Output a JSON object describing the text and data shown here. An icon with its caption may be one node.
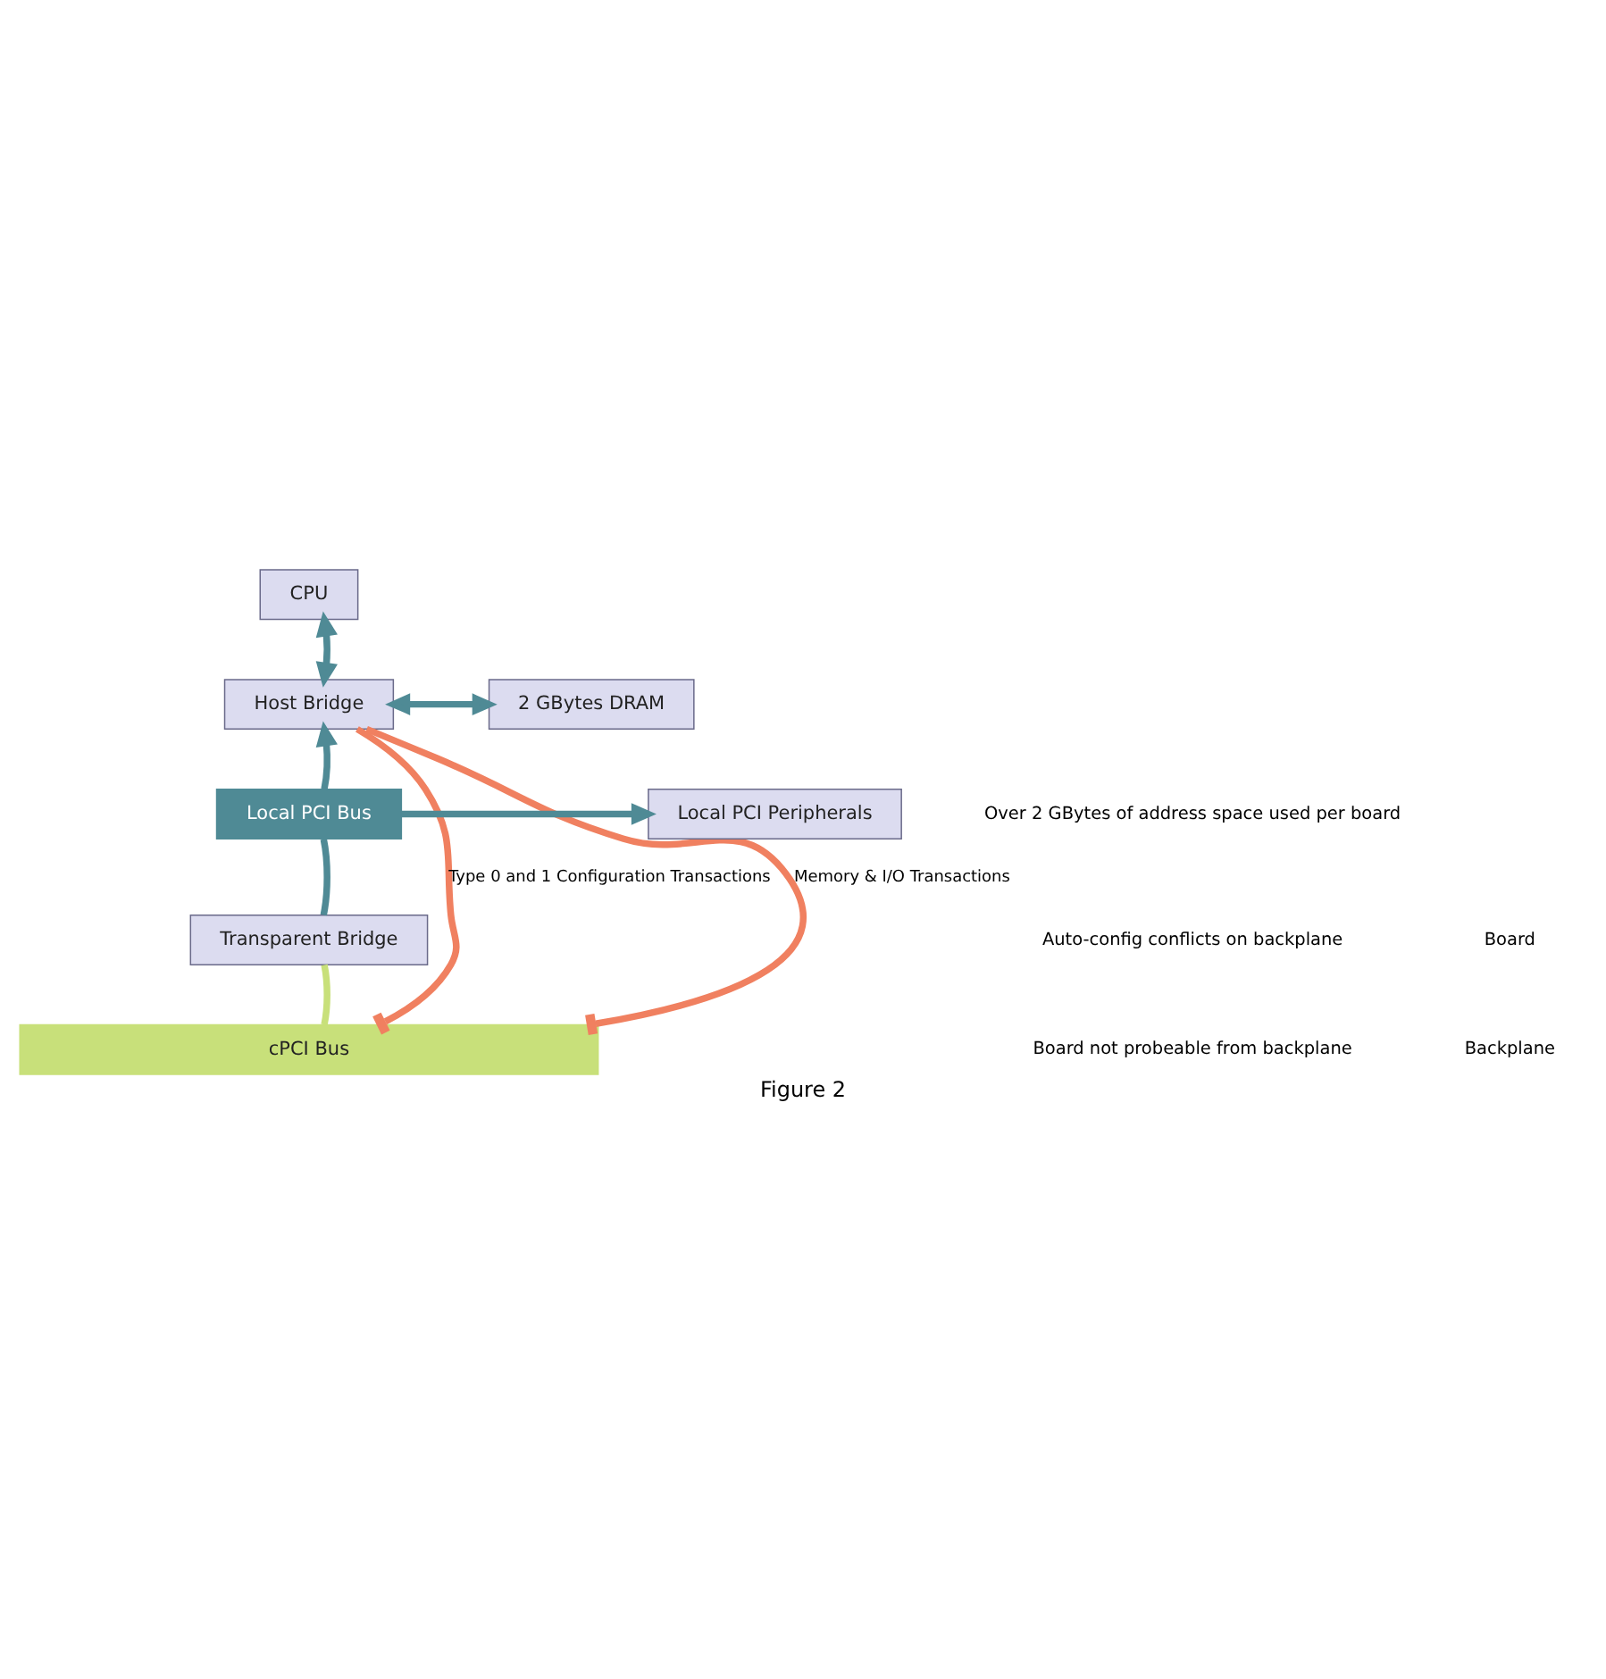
{
  "diagram": {
    "caption": "Figure 2",
    "nodes": [
      {
        "text": [
          "CPU"
        ]
      },
      {
        "text": [
          "Host Bridge"
        ]
      },
      {
        "text": [
          "2 GBytes DRAM"
        ]
      },
      {
        "text": [
          "Local PCI Peripherals"
        ]
      },
      {
        "text": [
          "Local PCI Bus"
        ]
      },
      {
        "text": [
          "Transparent Bridge"
        ]
      },
      {
        "text": [
          "cPCI Bus"
        ]
      }
    ],
    "edges": [
      {
        "from": 0,
        "to": 1,
        "arrow": "both"
      },
      {
        "from": 1,
        "to": 2,
        "arrow": "both"
      },
      {
        "from": 4,
        "to": 1,
        "arrow": "to"
      },
      {
        "from": 4,
        "to": 3,
        "arrow": "to"
      },
      {
        "from": 5,
        "to": 4,
        "arrow": "none"
      },
      {
        "from": 6,
        "to": 5,
        "arrow": "none",
        "color": "#c8e07a"
      },
      {
        "from": 1,
        "to": 6,
        "arrow": "other",
        "label": "Type 0 and 1 Configuration Transactions",
        "color": "#f08060"
      },
      {
        "from": 1,
        "to": 6,
        "arrow": "other",
        "label": "Memory & I/O Transactions",
        "color": "#f08060"
      }
    ],
    "labels": [
      "Over 2 GBytes of address space used per board",
      "Auto-config conflicts on backplane",
      "Board not probeable from backplane",
      "Board",
      "Backplane"
    ]
  }
}
